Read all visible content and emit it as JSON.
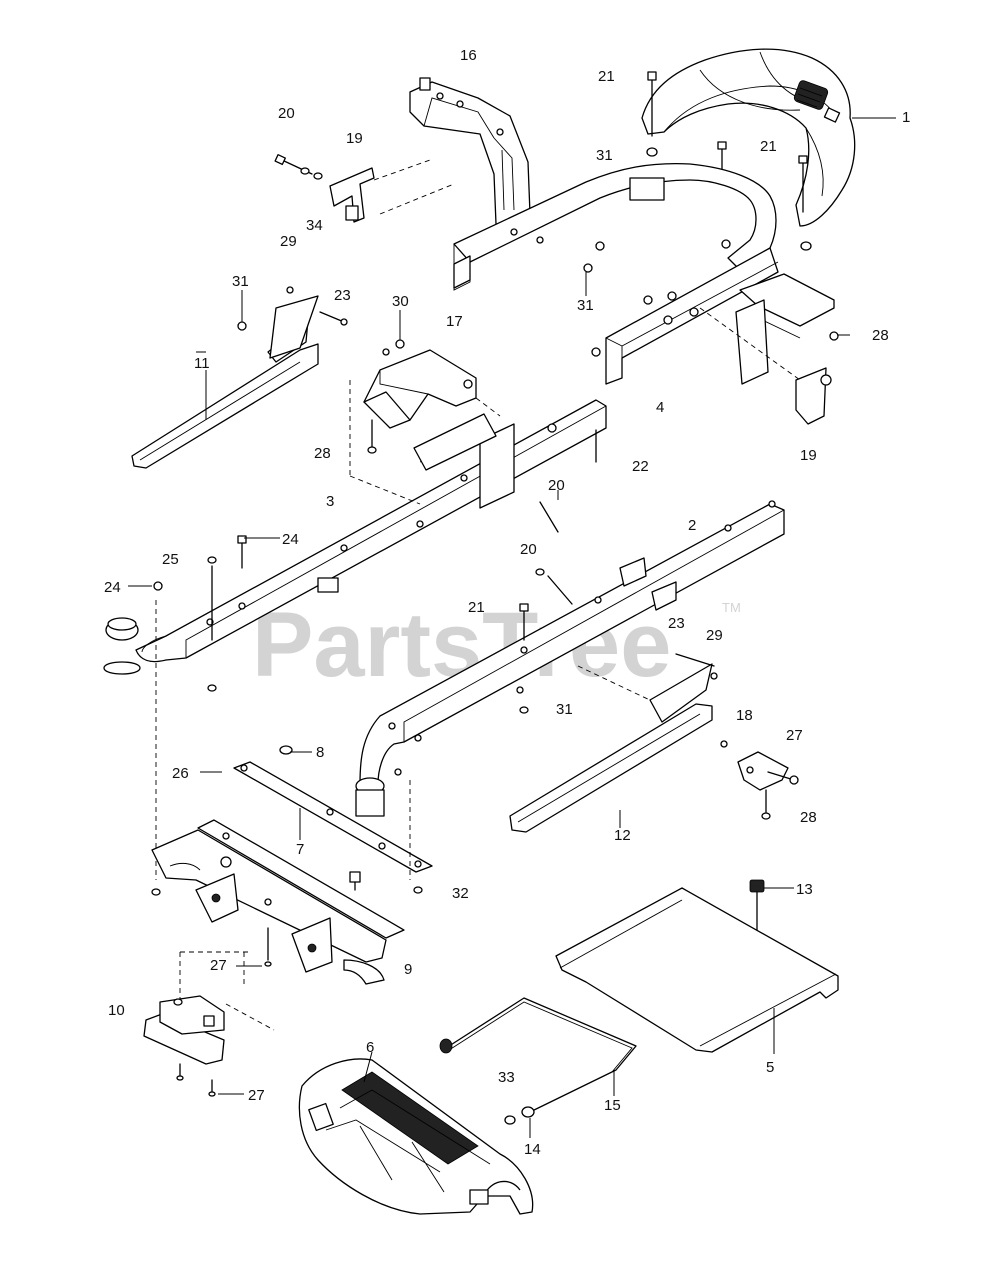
{
  "watermark": {
    "text": "PartsTree",
    "trademark": "TM"
  },
  "callouts": [
    {
      "id": "c-1",
      "text": "1"
    },
    {
      "id": "c-16",
      "text": "16"
    },
    {
      "id": "c-21a",
      "text": "21"
    },
    {
      "id": "c-20a",
      "text": "20"
    },
    {
      "id": "c-19a",
      "text": "19"
    },
    {
      "id": "c-31a",
      "text": "31"
    },
    {
      "id": "c-21b",
      "text": "21"
    },
    {
      "id": "c-34",
      "text": "34"
    },
    {
      "id": "c-29a",
      "text": "29"
    },
    {
      "id": "c-31b",
      "text": "31"
    },
    {
      "id": "c-23a",
      "text": "23"
    },
    {
      "id": "c-30",
      "text": "30"
    },
    {
      "id": "c-17",
      "text": "17"
    },
    {
      "id": "c-31c",
      "text": "31"
    },
    {
      "id": "c-28a",
      "text": "28"
    },
    {
      "id": "c-11",
      "text": "11"
    },
    {
      "id": "c-4",
      "text": "4"
    },
    {
      "id": "c-28b",
      "text": "28"
    },
    {
      "id": "c-22",
      "text": "22"
    },
    {
      "id": "c-19b",
      "text": "19"
    },
    {
      "id": "c-3",
      "text": "3"
    },
    {
      "id": "c-20b",
      "text": "20"
    },
    {
      "id": "c-24a",
      "text": "24"
    },
    {
      "id": "c-2",
      "text": "2"
    },
    {
      "id": "c-25",
      "text": "25"
    },
    {
      "id": "c-20c",
      "text": "20"
    },
    {
      "id": "c-24b",
      "text": "24"
    },
    {
      "id": "c-21c",
      "text": "21"
    },
    {
      "id": "c-23b",
      "text": "23"
    },
    {
      "id": "c-29b",
      "text": "29"
    },
    {
      "id": "c-31d",
      "text": "31"
    },
    {
      "id": "c-18",
      "text": "18"
    },
    {
      "id": "c-27a",
      "text": "27"
    },
    {
      "id": "c-8",
      "text": "8"
    },
    {
      "id": "c-26",
      "text": "26"
    },
    {
      "id": "c-12",
      "text": "12"
    },
    {
      "id": "c-28c",
      "text": "28"
    },
    {
      "id": "c-7",
      "text": "7"
    },
    {
      "id": "c-32",
      "text": "32"
    },
    {
      "id": "c-13",
      "text": "13"
    },
    {
      "id": "c-27b",
      "text": "27"
    },
    {
      "id": "c-9",
      "text": "9"
    },
    {
      "id": "c-10",
      "text": "10"
    },
    {
      "id": "c-6",
      "text": "6"
    },
    {
      "id": "c-5",
      "text": "5"
    },
    {
      "id": "c-33",
      "text": "33"
    },
    {
      "id": "c-15",
      "text": "15"
    },
    {
      "id": "c-27c",
      "text": "27"
    },
    {
      "id": "c-14",
      "text": "14"
    }
  ]
}
